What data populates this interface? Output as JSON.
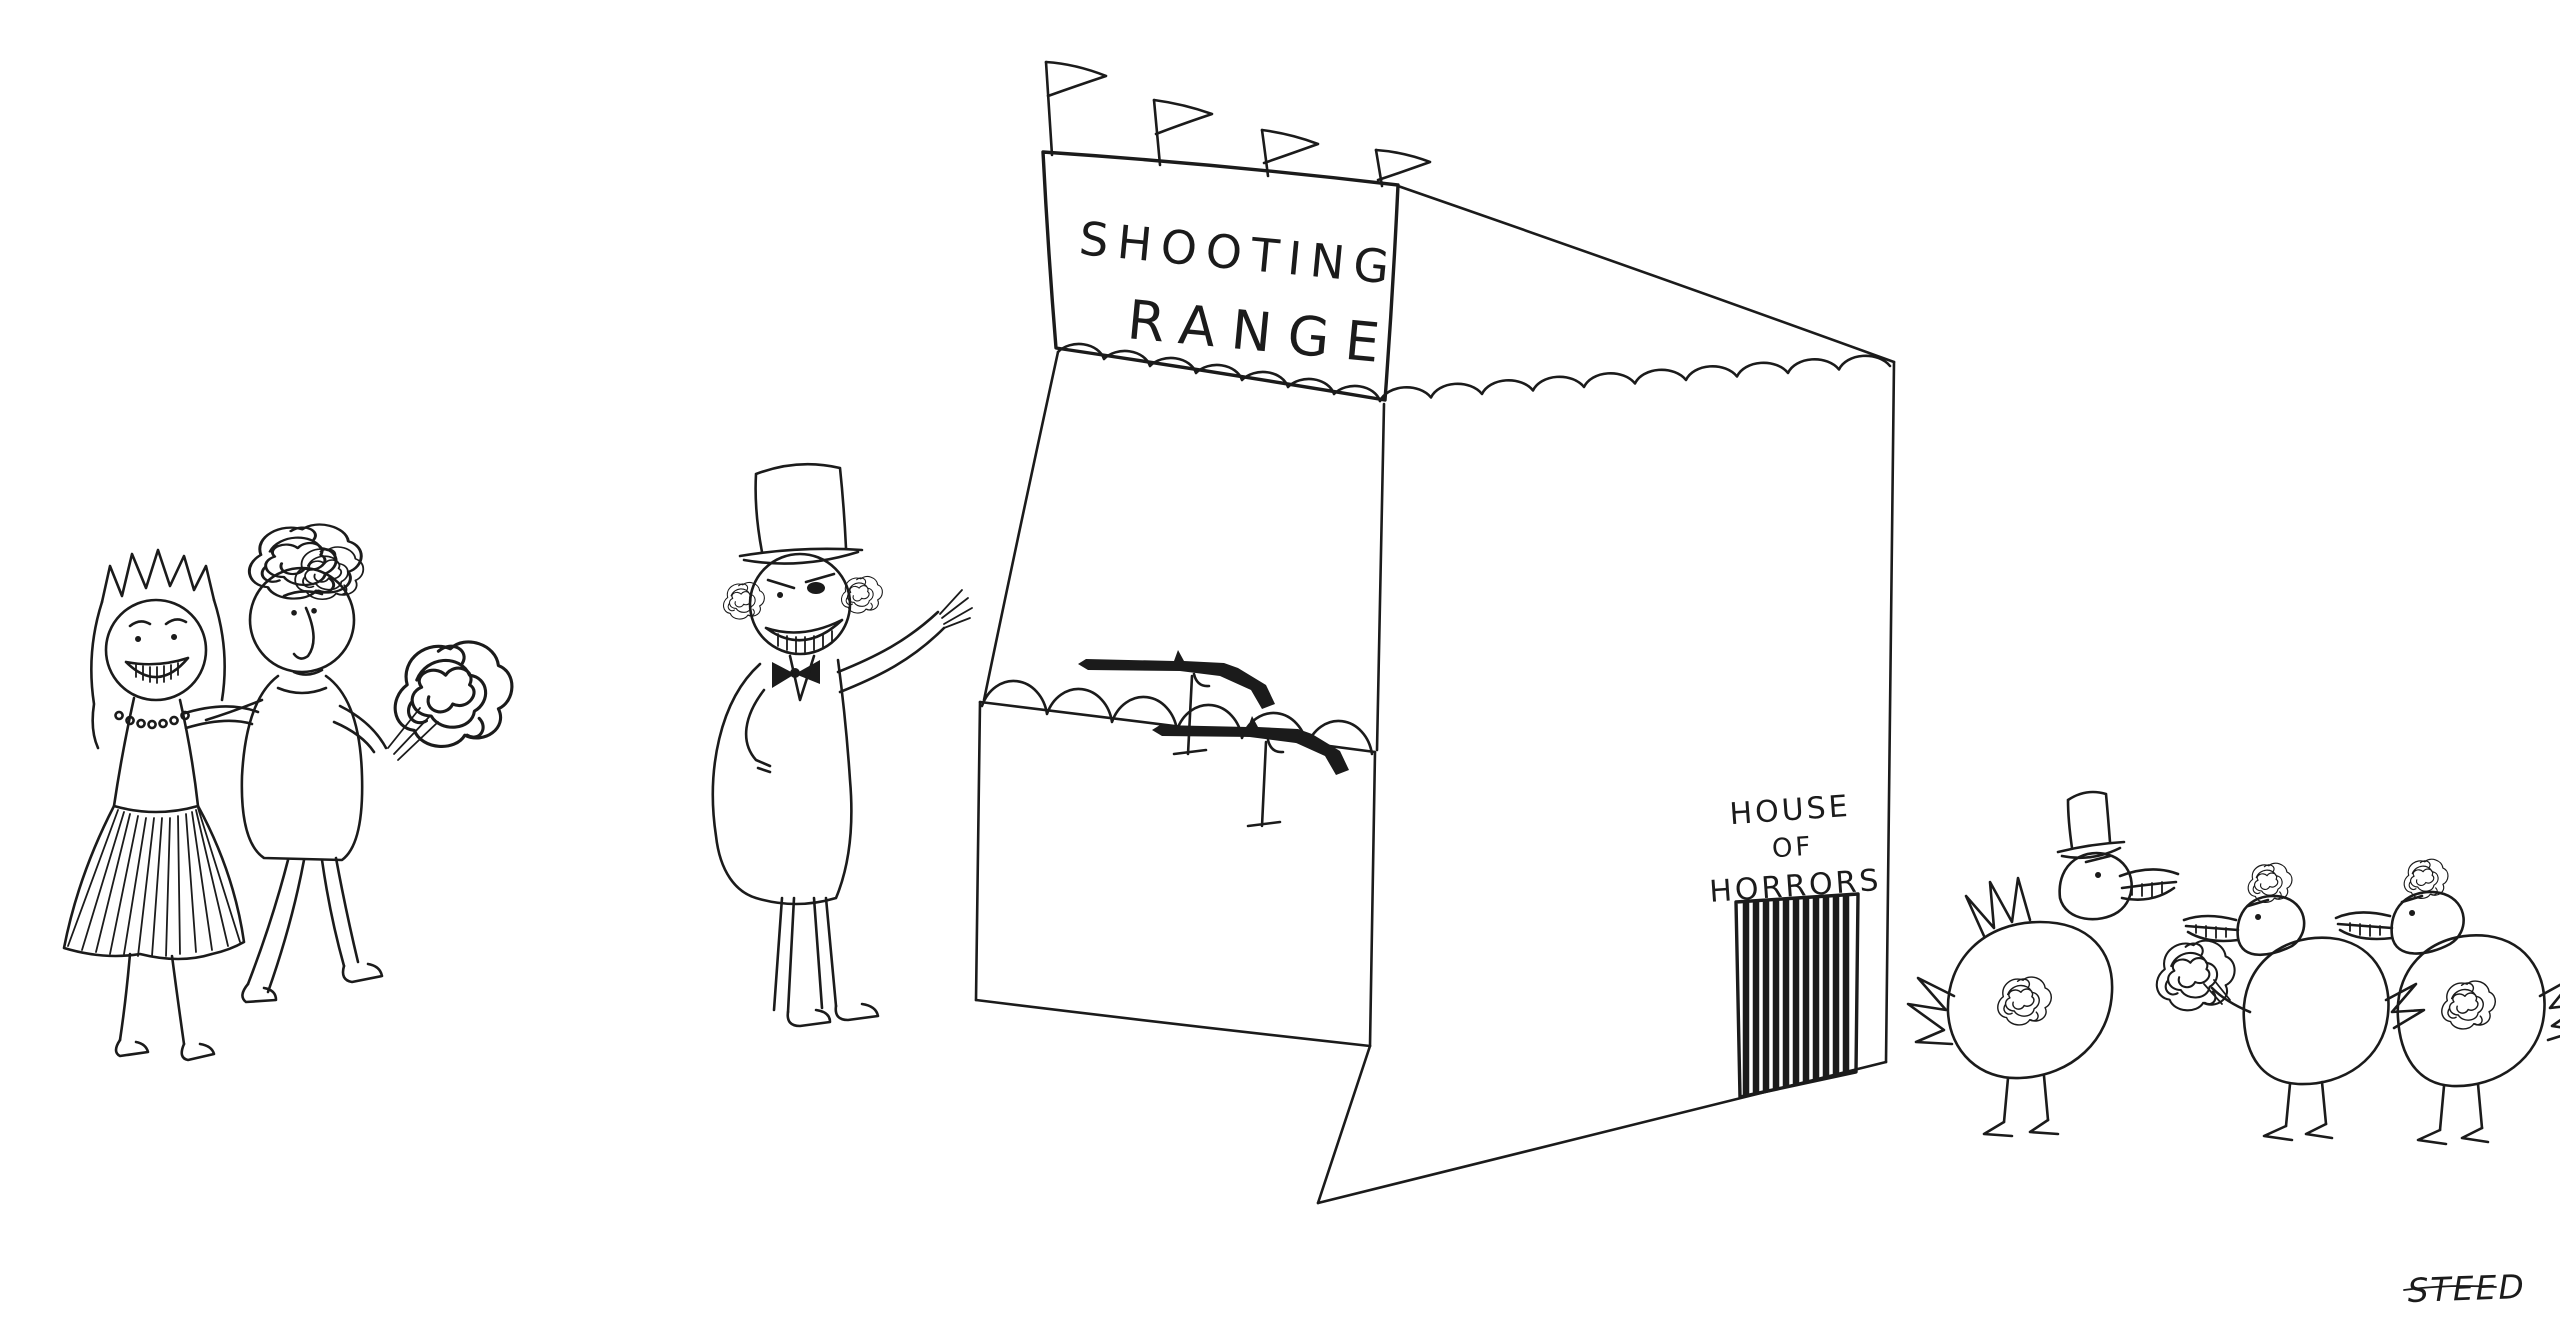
{
  "artwork": {
    "background_color": "#ffffff",
    "ink_color": "#1b1b1b",
    "banner": {
      "line1": "SHOOTING",
      "line2": "RANGE"
    },
    "house_sign": {
      "line1": "HOUSE",
      "line2": "OF",
      "line3": "HORRORS"
    },
    "signature": "STEED"
  }
}
